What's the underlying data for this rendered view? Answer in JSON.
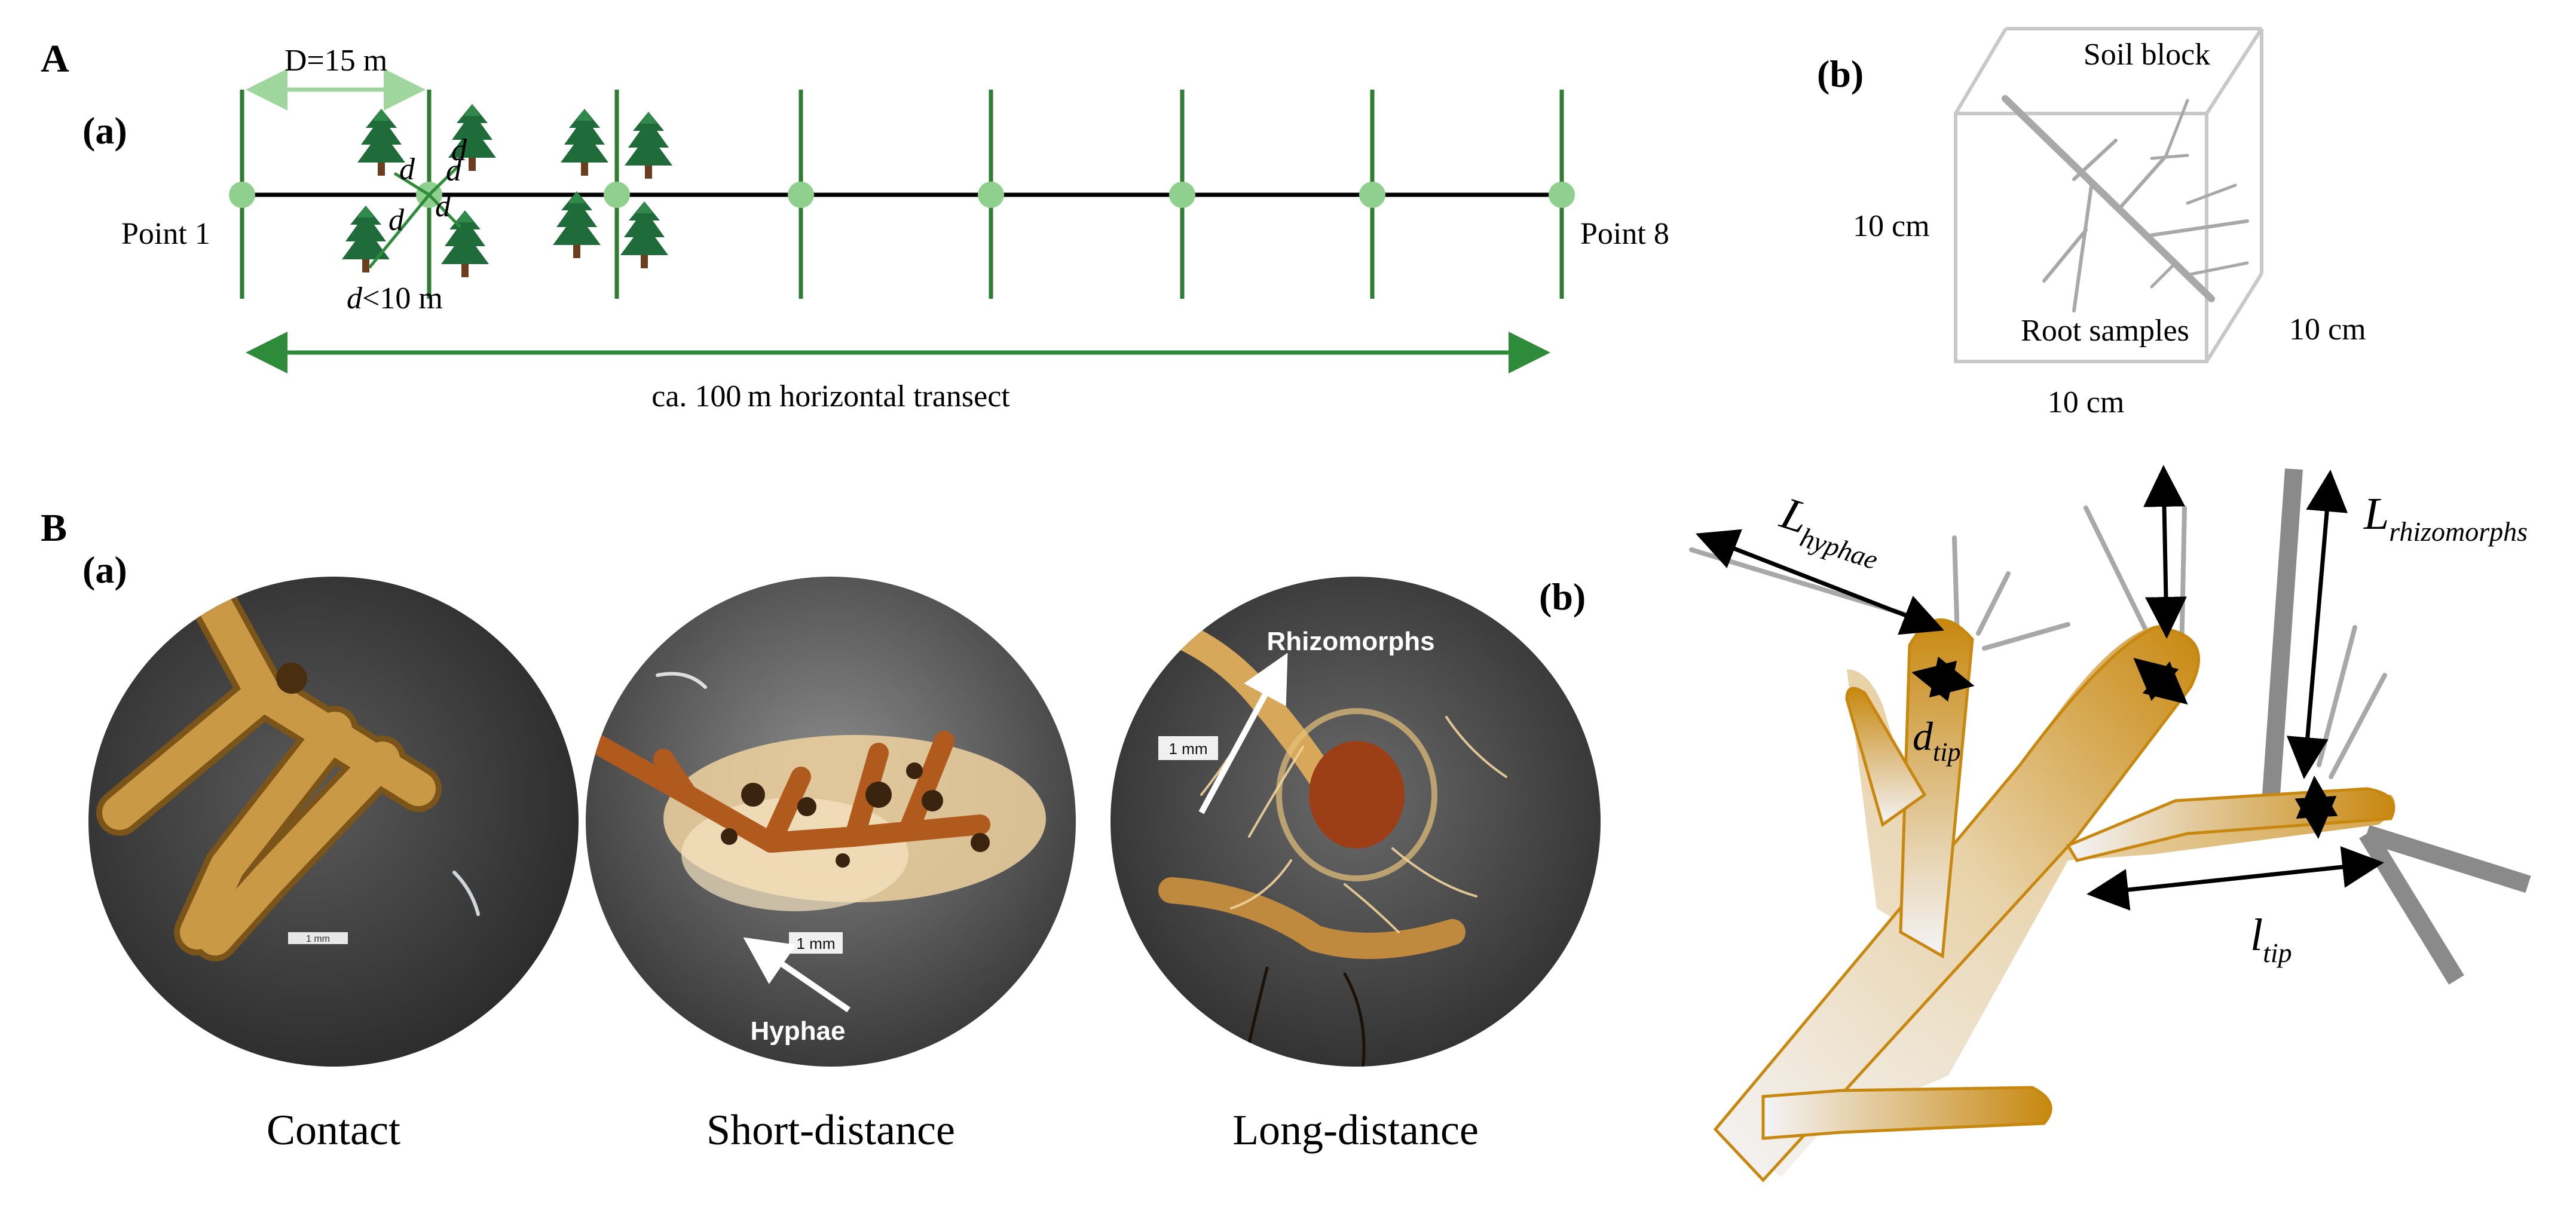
{
  "panels": {
    "A": "A",
    "Aa": "(a)",
    "Ab": "(b)",
    "B": "B",
    "Ba": "(a)",
    "Bb": "(b)"
  },
  "transect": {
    "distance_label": "D=15 m",
    "point_start": "Point 1",
    "point_end": "Point 8",
    "d_symbol": "d",
    "d_constraint_symbol": "d",
    "d_constraint_rest": "<10 m",
    "transect_label": "ca. 100 m horizontal transect",
    "colors": {
      "line": "#000000",
      "stake": "#2e7d32",
      "point": "#8fd08f",
      "dim_arrow": "#2e8b3a",
      "top_arrow": "#9ed69e",
      "tree": "#1f6b3a"
    }
  },
  "soil_block": {
    "title": "Soil block",
    "sample_label": "Root samples",
    "edge_left": "10 cm",
    "edge_right": "10 cm",
    "edge_bottom": "10 cm",
    "color": "#c8c8c8"
  },
  "photos": [
    {
      "caption": "Contact",
      "scale": "1 mm"
    },
    {
      "caption": "Short-distance",
      "scale": "1 mm",
      "annotation": "Hyphae"
    },
    {
      "caption": "Long-distance",
      "scale": "1 mm",
      "annotation": "Rhizomorphs"
    }
  ],
  "root_schematic": {
    "L_main": "L",
    "L_hyphae_sub": "hyphae",
    "L_rhizo_sub": "rhizomorphs",
    "d_main": "d",
    "d_sub": "tip",
    "l_main": "l",
    "l_sub": "tip",
    "colors": {
      "root": "#c8880f",
      "root_light": "#f2f2f5",
      "hyphae": "#a8a8a8",
      "rhizomorph": "#8a8a8a"
    }
  }
}
